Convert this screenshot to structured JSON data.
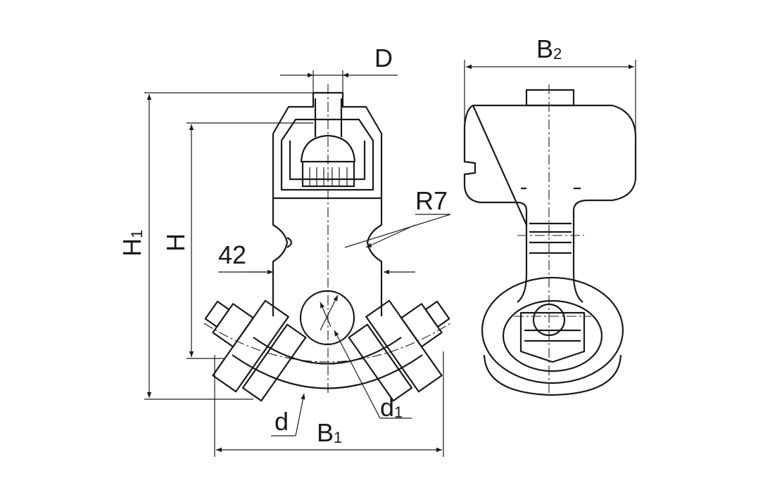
{
  "drawing": {
    "labels": {
      "D": {
        "base": "D",
        "sub": ""
      },
      "B2": {
        "base": "B",
        "sub": "2"
      },
      "R7": {
        "base": "R7",
        "sub": ""
      },
      "dim42": {
        "base": "42",
        "sub": ""
      },
      "H1": {
        "base": "H",
        "sub": "1"
      },
      "H": {
        "base": "H",
        "sub": ""
      },
      "d": {
        "base": "d",
        "sub": ""
      },
      "B1": {
        "base": "B",
        "sub": "1"
      },
      "d1": {
        "base": "d",
        "sub": "1"
      }
    },
    "line_color": "#1a1a1a"
  }
}
